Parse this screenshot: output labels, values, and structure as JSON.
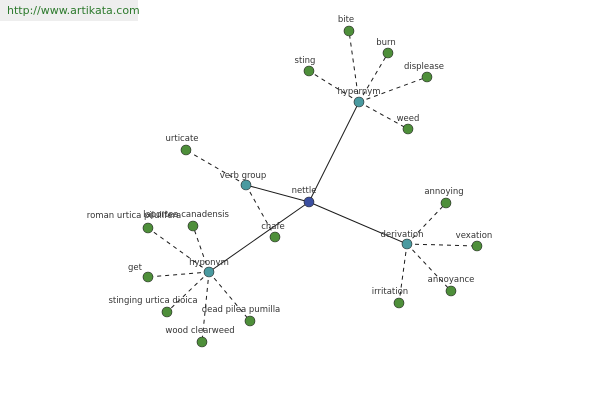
{
  "header": {
    "url": "http://www.artikata.com"
  },
  "colors": {
    "center_node": "#3b4fa0",
    "relation_node": "#4a9aa0",
    "term_node": "#4e8f3a",
    "node_stroke": "#2b2b2b"
  },
  "graph": {
    "center": {
      "id": "nettle",
      "label": "nettle"
    },
    "relations": [
      {
        "id": "hypernym",
        "label": "hypernym",
        "terms": [
          "bite",
          "burn",
          "sting",
          "displease",
          "weed"
        ]
      },
      {
        "id": "verb-group",
        "label": "verb group",
        "terms": [
          "urticate",
          "chafe"
        ]
      },
      {
        "id": "hyponym",
        "label": "hyponym",
        "terms": [
          "roman urtica pilulifera",
          "laportea canadensis",
          "get",
          "stinging urtica dioica",
          "dead pilea pumilla",
          "wood clearweed"
        ]
      },
      {
        "id": "derivation",
        "label": "derivation",
        "terms": [
          "annoying",
          "vexation",
          "annoyance",
          "irritation"
        ]
      }
    ]
  }
}
